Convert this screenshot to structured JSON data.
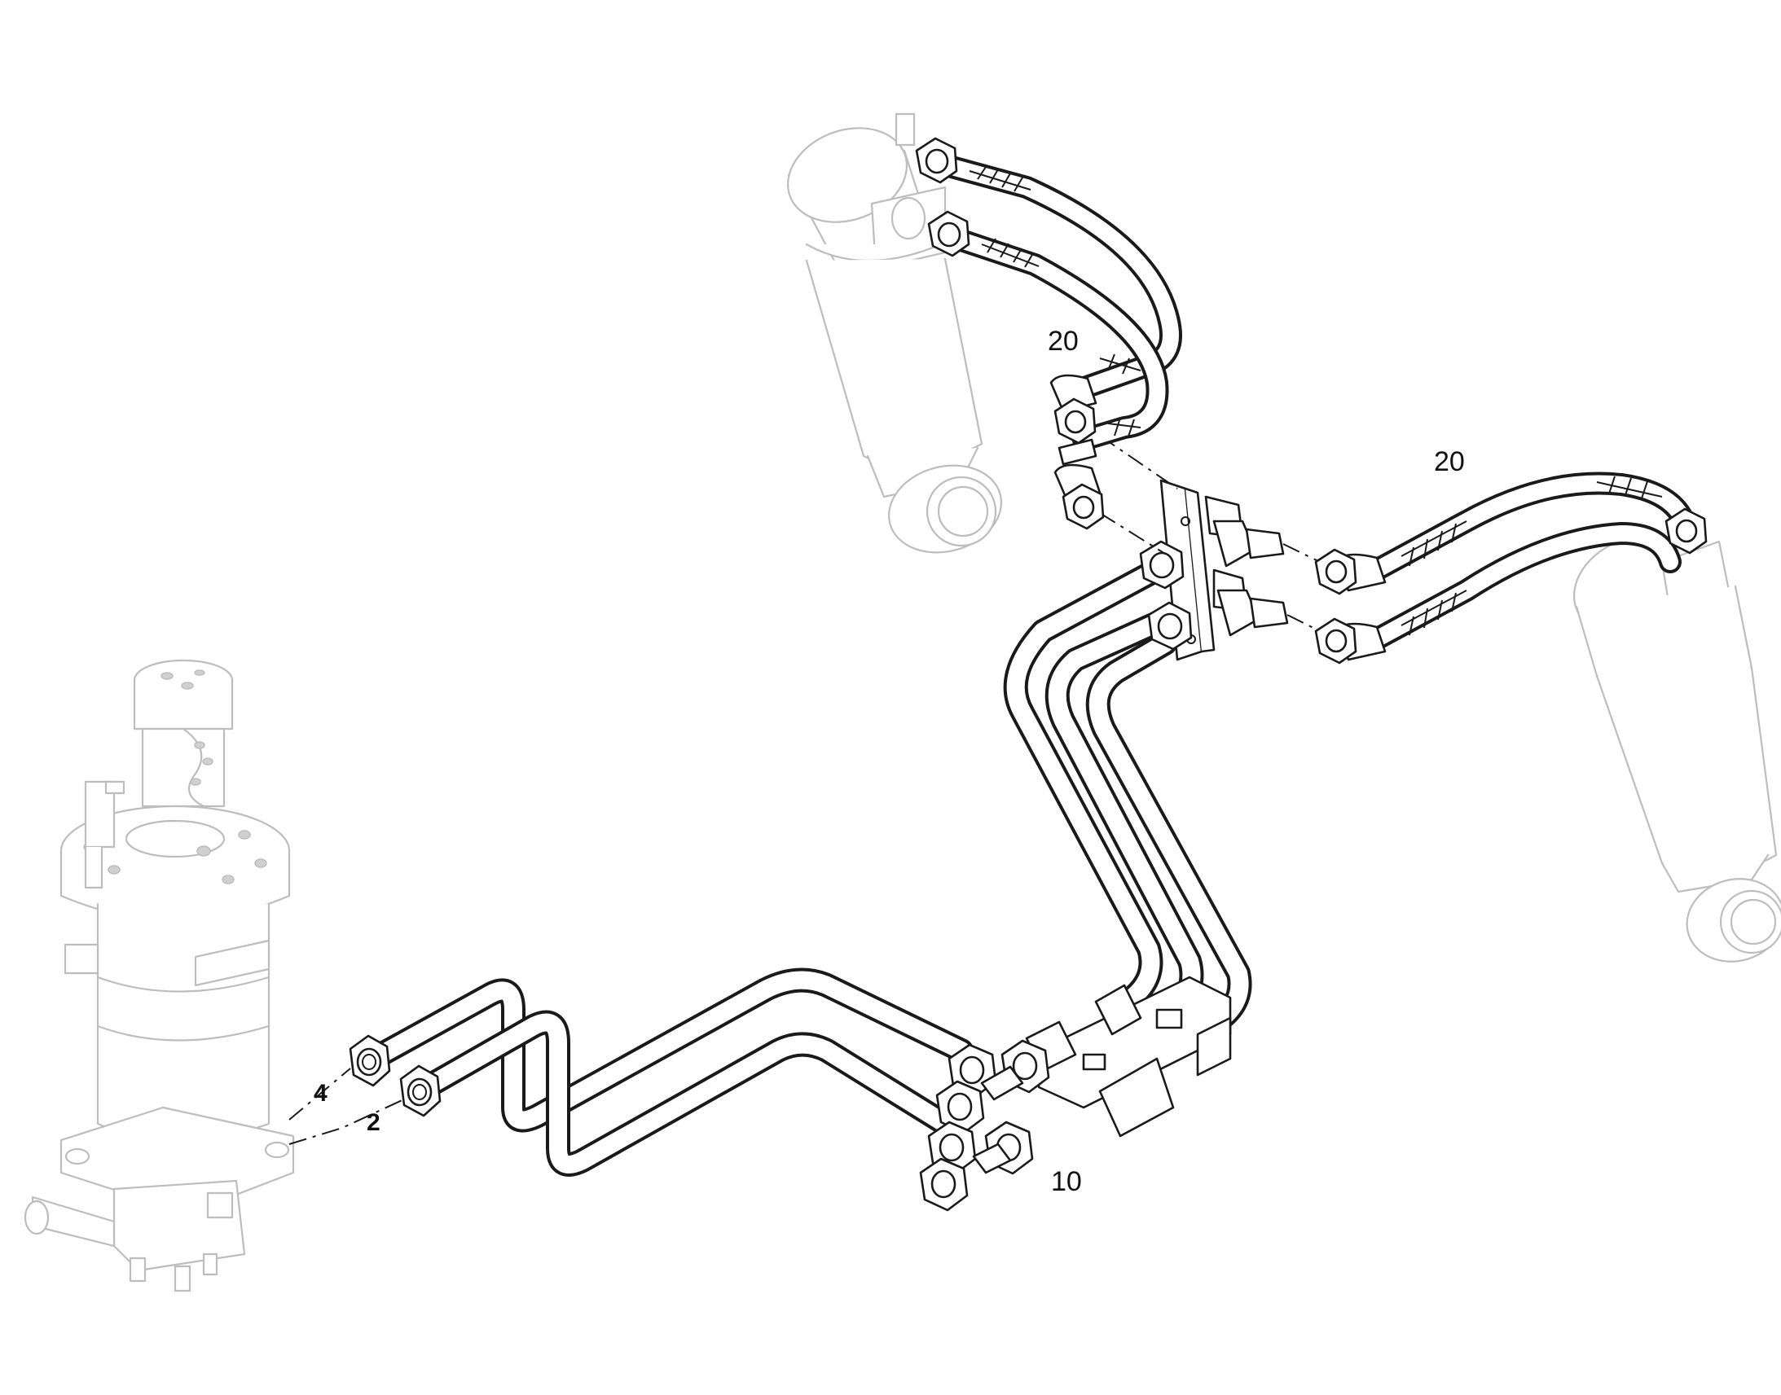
{
  "diagram": {
    "callouts": {
      "upper_left_hose_set": "20",
      "right_hose_set": "20",
      "pipe_assembly": "10",
      "upper_port": "4",
      "lower_port": "2"
    },
    "components": {
      "left_unit": "steering-valve-unit",
      "upper_cylinder": "hydraulic-cylinder-upper-left",
      "right_cylinder": "hydraulic-cylinder-right",
      "manifold": "distribution-block",
      "pipe_routing": "rigid-pipe-set"
    }
  }
}
